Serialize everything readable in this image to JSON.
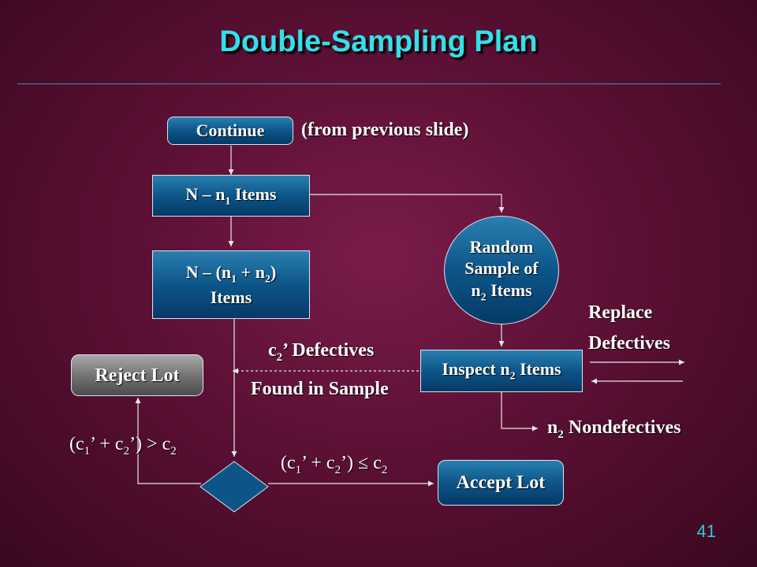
{
  "title": "Double-Sampling Plan",
  "slide_number": "41",
  "nodes": {
    "continue": "Continue",
    "from_previous": "(from previous slide)",
    "n_minus_n1": {
      "pre": "N – n",
      "sub": "1",
      "post": " Items"
    },
    "n_minus_n1_n2": {
      "l1a": "N – (n",
      "l1b": "1",
      "l1c": " + n",
      "l1d": "2",
      "l1e": ")",
      "l2": "Items"
    },
    "random_sample": {
      "l1": "Random",
      "l2": "Sample of",
      "l3a": "n",
      "l3b": "2",
      "l3c": " Items"
    },
    "inspect": {
      "pre": "Inspect n",
      "sub": "2",
      "post": " Items"
    },
    "reject_lot": "Reject Lot",
    "accept_lot": "Accept Lot"
  },
  "labels": {
    "replace_defectives_1": "Replace",
    "replace_defectives_2": "Defectives",
    "defectives": {
      "pre": "c",
      "sub": "2",
      "post": "’ Defectives"
    },
    "found_in_sample": "Found in Sample",
    "nondefectives": {
      "pre": "n",
      "sub": "2",
      "post": " Nondefectives"
    },
    "reject_condition": {
      "a": "(c",
      "b": "1",
      "c": "’ + c",
      "d": "2",
      "e": "’) > c",
      "f": "2"
    },
    "accept_condition": {
      "a": "(c",
      "b": "1",
      "c": "’ + c",
      "d": "2",
      "e": "’) ≤ c",
      "f": "2"
    }
  },
  "colors": {
    "title": "#33e0e8",
    "box_blue": "#0d5589",
    "box_grey": "#707070",
    "background": "#5c1035"
  }
}
